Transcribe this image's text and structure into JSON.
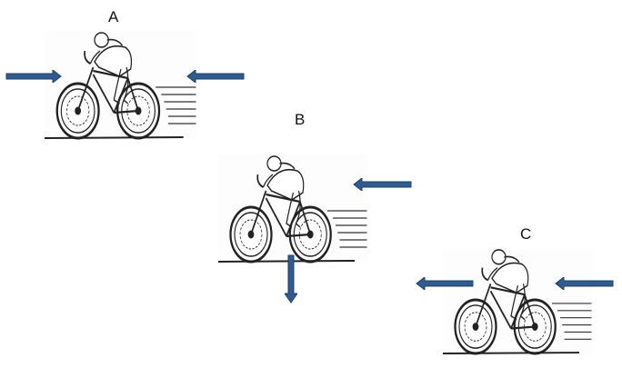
{
  "panels": [
    {
      "label": "A",
      "forces": [
        "right-pointing arrow on front",
        "left-pointing arrow on back"
      ]
    },
    {
      "label": "B",
      "forces": [
        "left-pointing arrow on back",
        "downward arrow below"
      ]
    },
    {
      "label": "C",
      "forces": [
        "left-pointing arrow in front",
        "left-pointing arrow on back"
      ]
    }
  ],
  "colors": {
    "arrow": "#2f5b8f",
    "arrow_outline": "#1f3f66",
    "drawing": "#222222"
  }
}
